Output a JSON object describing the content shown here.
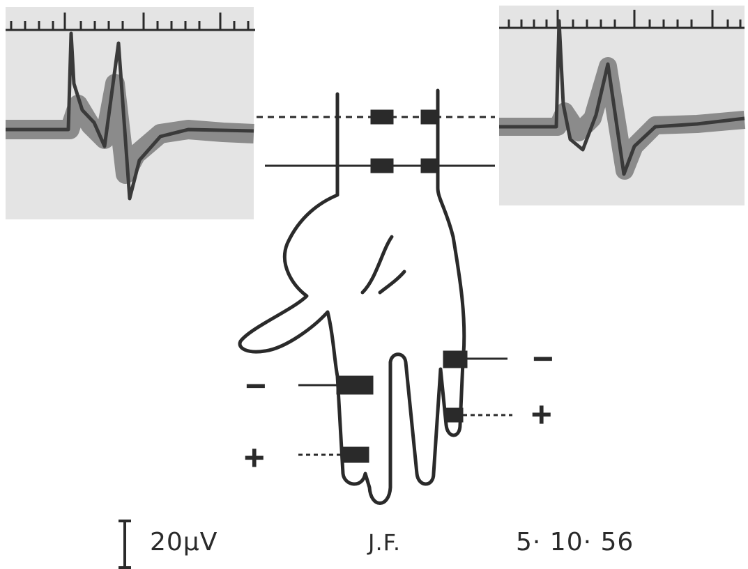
{
  "colors": {
    "ink": "#2a2a2a",
    "trace": "#3a3a3a",
    "trace_noise": "#6e6e6e",
    "photo_background": "#e4e4e4",
    "page": "#ffffff"
  },
  "electrodes": {
    "left_finger": {
      "proximal_sign": "−",
      "distal_sign": "+"
    },
    "right_finger": {
      "proximal_sign": "−",
      "distal_sign": "+"
    }
  },
  "calibration": {
    "label": "20µV"
  },
  "caption": {
    "subject": "J.F.",
    "date": "5· 10· 56"
  }
}
